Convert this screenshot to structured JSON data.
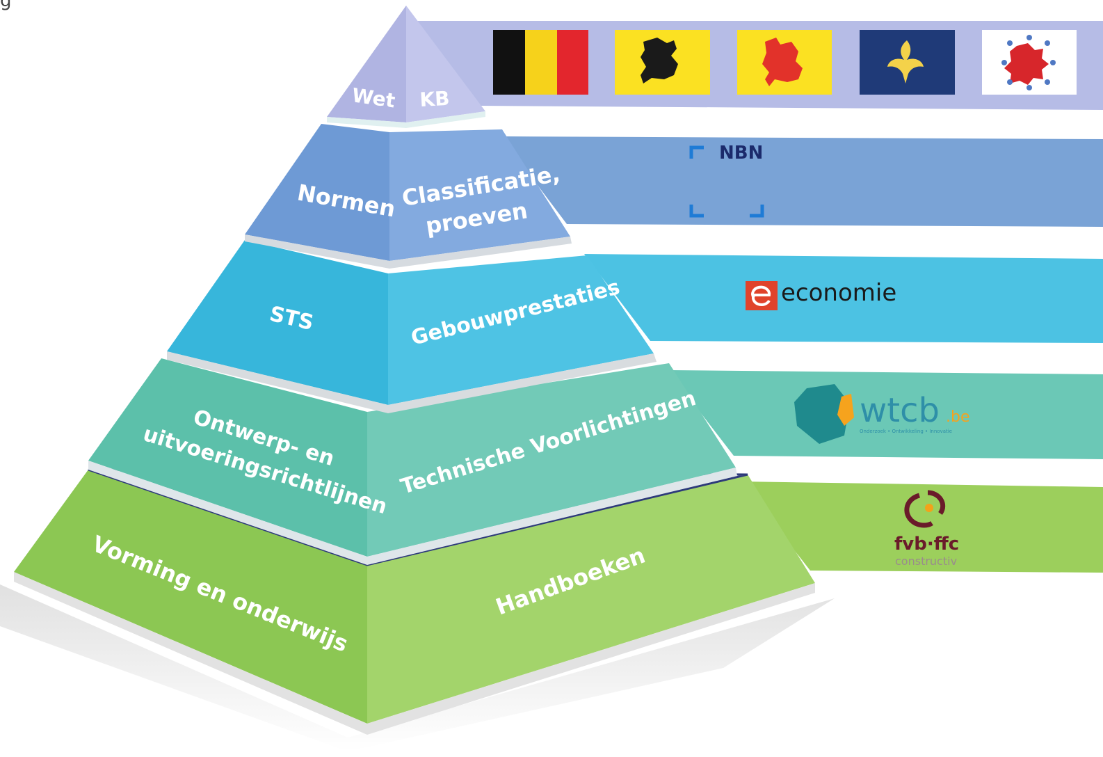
{
  "corner_text": "g",
  "pyramid": {
    "tiers": [
      {
        "name": "tier-1",
        "left_label": "Wet",
        "right_label": "KB",
        "color": "#b9bde6"
      },
      {
        "name": "tier-2",
        "left_label": "Normen",
        "right_label_lines": [
          "Classificatie,",
          "proeven"
        ],
        "color": "#7fa9dc"
      },
      {
        "name": "tier-3",
        "left_label": "STS",
        "right_label": "Gebouwprestaties",
        "color": "#41c1e2"
      },
      {
        "name": "tier-4",
        "left_label_lines": [
          "Ontwerp- en",
          "uitvoeringsrichtlijnen"
        ],
        "right_label": "Technische Voorlichtingen",
        "color": "#62c6b2"
      },
      {
        "name": "tier-5",
        "left_label": "Vorming en onderwijs",
        "right_label": "Handboeken",
        "color": "#9ed063"
      }
    ]
  },
  "bands": [
    {
      "name": "flags-band",
      "color": "#b6bce6",
      "flags": [
        "belgium-flag",
        "flanders-flag",
        "wallonia-flag",
        "brussels-flag",
        "german-community-flag"
      ]
    },
    {
      "name": "nbn-band",
      "color": "#7aa3d6",
      "logo_text": "NBN"
    },
    {
      "name": "economie-band",
      "color": "#4cc2e3",
      "logo_text": "economie"
    },
    {
      "name": "wtcb-band",
      "color": "#6bc8b6",
      "logo_text": "wtcb",
      "logo_suffix": ".be",
      "logo_tagline": "Onderzoek • Ontwikkeling • Innovatie"
    },
    {
      "name": "fvb-band",
      "color": "#9ccf5c",
      "logo_text": "fvb·ffc",
      "logo_subtext": "constructiv"
    }
  ]
}
